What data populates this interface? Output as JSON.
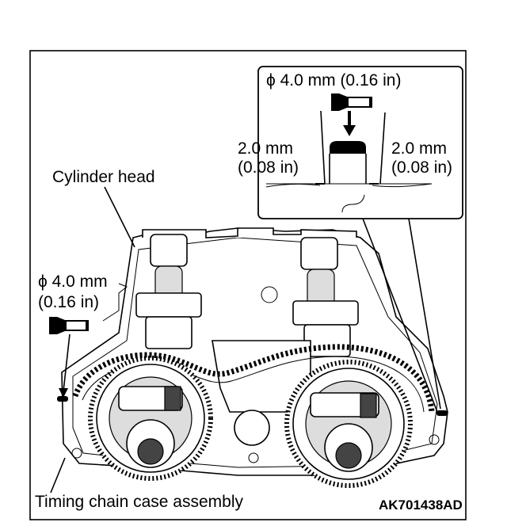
{
  "labels": {
    "cylinder_head": "Cylinder head",
    "timing_chain_case": "Timing chain case assembly",
    "sealant_dia_mm": "ϕ 4.0 mm",
    "sealant_dia_in": "(0.16 in)",
    "detail_dia": "ϕ 4.0 mm (0.16 in)",
    "left_gap_mm": "2.0 mm",
    "left_gap_in": "(0.08 in)",
    "right_gap_mm": "2.0 mm",
    "right_gap_in": "(0.08 in)",
    "figure_code": "AK701438AD"
  },
  "icons": [
    "sealant-tube-icon",
    "sealant-bead-icon",
    "camshaft-sprocket-icon",
    "timing-chain-icon"
  ]
}
